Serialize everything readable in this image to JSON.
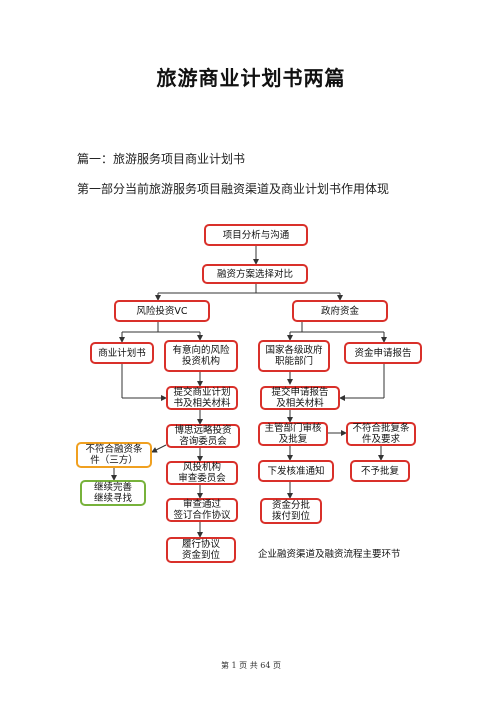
{
  "document": {
    "title": "旅游商业计划书两篇",
    "line1": "篇一：旅游服务项目商业计划书",
    "line2": "第一部分当前旅游服务项目融资渠道及商业计划书作用体现",
    "footer": "第 1 页 共 64 页"
  },
  "flowchart": {
    "nodes": {
      "n_analysis": "项目分析与沟通",
      "n_compare": "融资方案选择对比",
      "n_vc": "风险投资VC",
      "n_gov": "政府资金",
      "n_bp": "商业计划书",
      "n_interested": "有意向的风险\n投资机构",
      "n_submit": "提交商业计划\n书及相关材料",
      "n_advisory": "博思远略投资\n咨询委员会",
      "n_committee": "风投机构\n审查委员会",
      "n_signed": "审查通过\n签订合作协议",
      "n_fulfill": "履行协议\n资金到位",
      "n_noncompliant": "不符合融资条\n件（三方）",
      "n_improve": "继续完善\n继续寻找",
      "n_govdept": "国家各级政府\n职能部门",
      "n_apply": "资金申请报告",
      "n_submit2": "提交申请报告\n及相关材料",
      "n_review": "主管部门审核\n及批复",
      "n_notcond": "不符合批复条\n件及要求",
      "n_reject": "不予批复",
      "n_notice": "下发核准通知",
      "n_allocate": "资金分批\n拨付到位"
    },
    "caption": "企业融资渠道及融资流程主要环节",
    "colors": {
      "red": "#d9302a",
      "orange": "#f0a020",
      "green": "#77b23b",
      "arrow": "#333333"
    }
  }
}
